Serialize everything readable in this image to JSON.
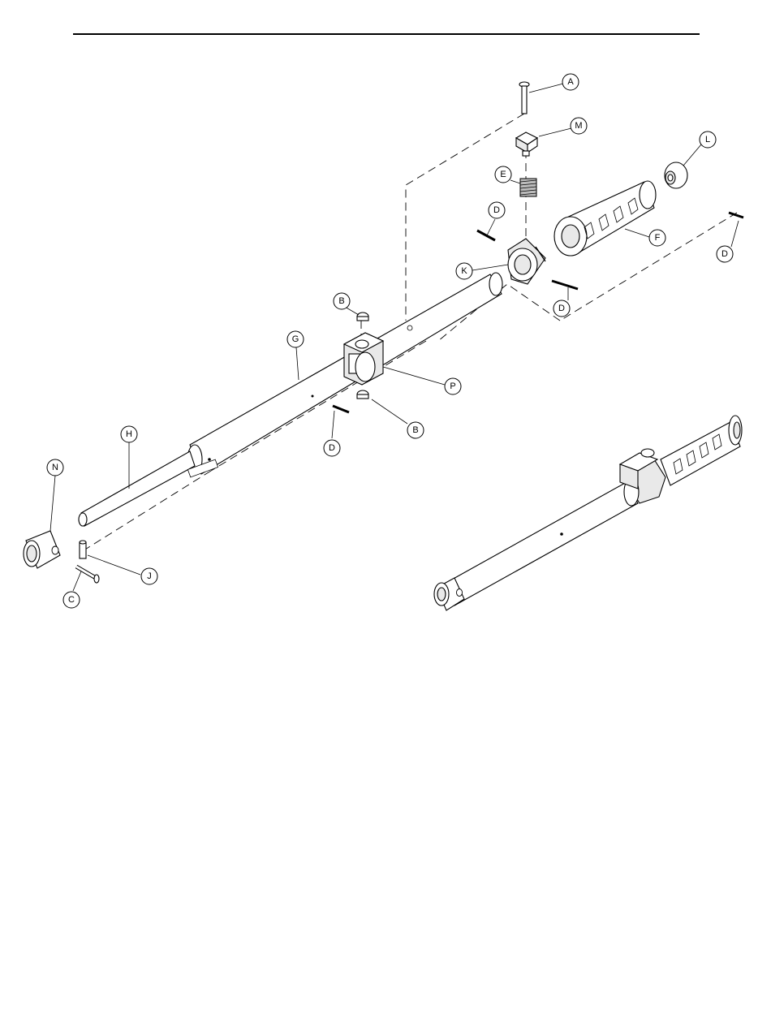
{
  "callouts": {
    "A": "A",
    "M": "M",
    "L": "L",
    "E": "E",
    "D_top": "D",
    "F": "F",
    "D_right": "D",
    "K": "K",
    "D_mid": "D",
    "B_top": "B",
    "G": "G",
    "P": "P",
    "B_bottom": "B",
    "D_lower": "D",
    "H": "H",
    "N": "N",
    "J": "J",
    "C": "C"
  }
}
